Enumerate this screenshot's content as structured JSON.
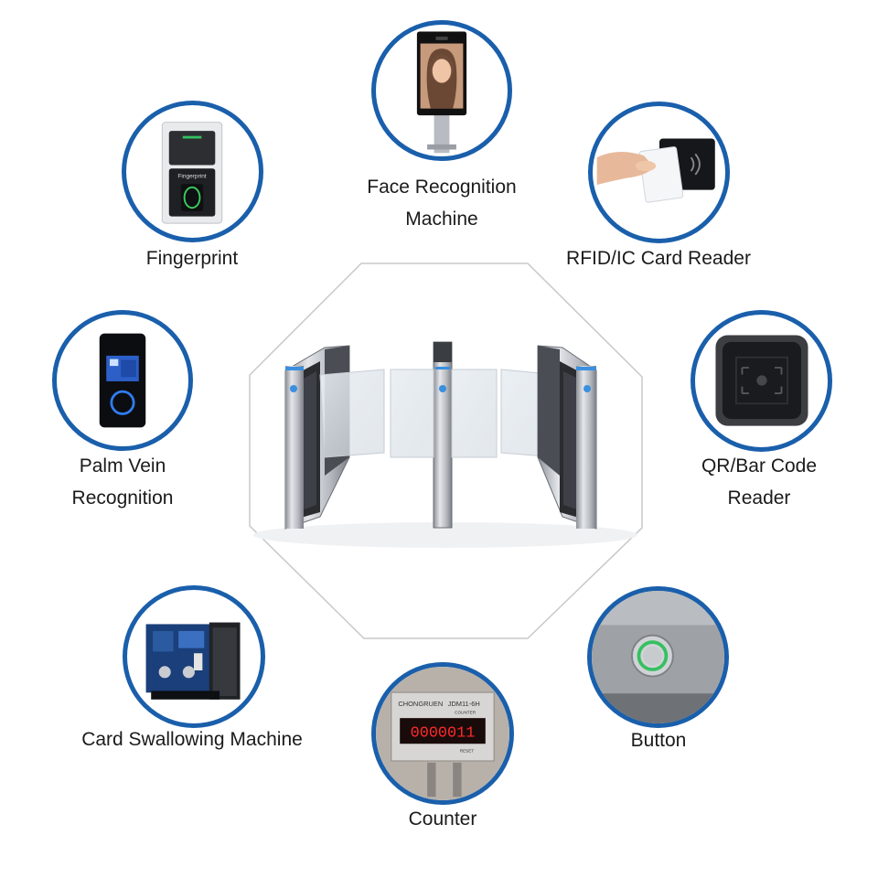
{
  "colors": {
    "ring": "#1a5fab",
    "label_text": "#1b1b1b",
    "octagon_stroke": "#c8c8c8",
    "accent_blue": "#3a8fe0",
    "led_green": "#35c060",
    "led_red": "#ff2a2a"
  },
  "center": {
    "product": "speed-gate-turnstile"
  },
  "modules": [
    {
      "id": "face",
      "lines": [
        "Face Recognition",
        "Machine"
      ],
      "icon": "face-terminal-icon"
    },
    {
      "id": "fingerprint",
      "lines": [
        "Fingerprint"
      ],
      "icon": "fingerprint-reader-icon"
    },
    {
      "id": "rfid",
      "lines": [
        "RFID/IC Card Reader"
      ],
      "icon": "card-reader-icon"
    },
    {
      "id": "palm",
      "lines": [
        "Palm Vein",
        "Recognition"
      ],
      "icon": "palm-vein-icon"
    },
    {
      "id": "qr",
      "lines": [
        "QR/Bar Code",
        "Reader"
      ],
      "icon": "qr-scanner-icon"
    },
    {
      "id": "swallow",
      "lines": [
        "Card Swallowing Machine"
      ],
      "icon": "card-swallow-icon"
    },
    {
      "id": "counter",
      "lines": [
        "Counter"
      ],
      "icon": "counter-icon",
      "display": "0000011",
      "counter_brand": "CHONGRUEN",
      "counter_model": "JDM11-6H",
      "counter_sub": "COUNTER",
      "counter_reset": "RESET"
    },
    {
      "id": "button",
      "lines": [
        "Button"
      ],
      "icon": "push-button-icon"
    }
  ],
  "fingerprint_text": "Fingerprint"
}
